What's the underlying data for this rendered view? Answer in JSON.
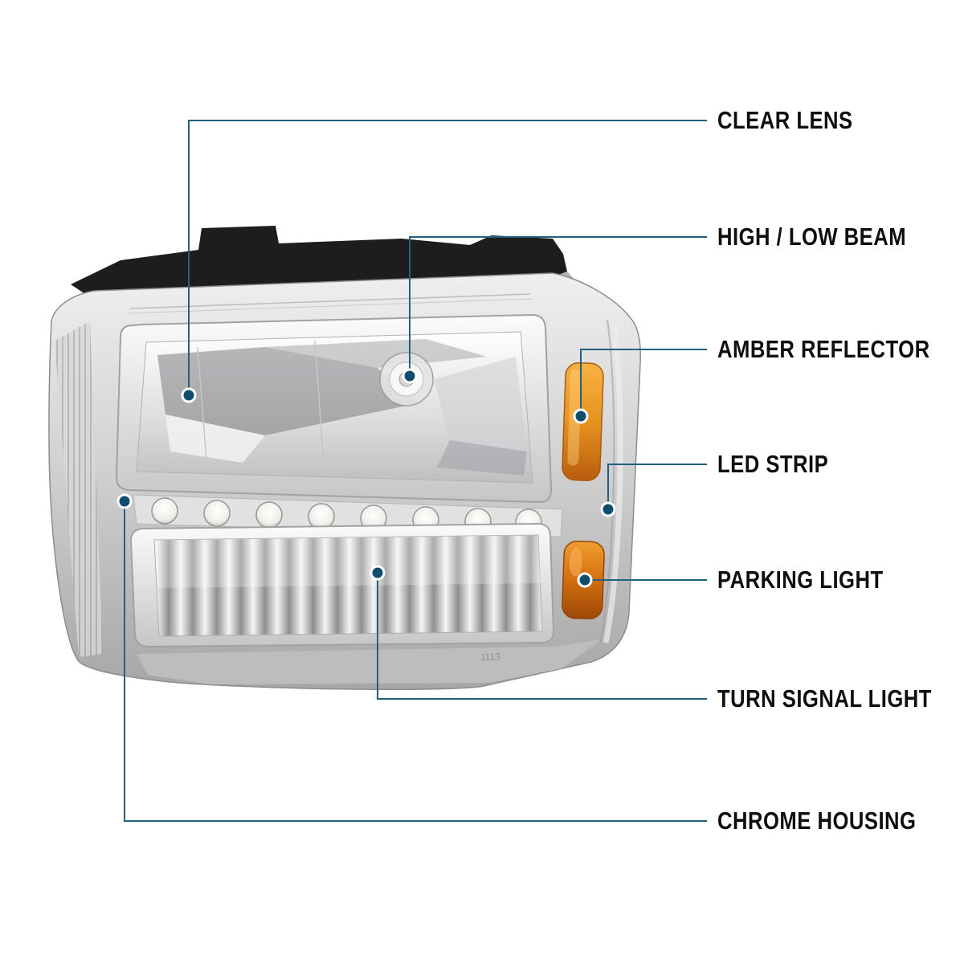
{
  "callouts": [
    {
      "id": "clear-lens",
      "label": "CLEAR LENS"
    },
    {
      "id": "high-low-beam",
      "label": "HIGH / LOW BEAM"
    },
    {
      "id": "amber-reflector",
      "label": "AMBER REFLECTOR"
    },
    {
      "id": "led-strip",
      "label": "LED STRIP"
    },
    {
      "id": "parking-light",
      "label": "PARKING LIGHT"
    },
    {
      "id": "turn-signal-light",
      "label": "TURN SIGNAL LIGHT"
    },
    {
      "id": "chrome-housing",
      "label": "CHROME HOUSING"
    }
  ],
  "headlight": {
    "marking": "1113"
  },
  "colors": {
    "line": "#23607f",
    "dot": "#0e4d6e",
    "label_text": "#0f0f0f",
    "amber": "#e6931f",
    "amber_dark": "#c96a12",
    "background": "#ffffff"
  }
}
